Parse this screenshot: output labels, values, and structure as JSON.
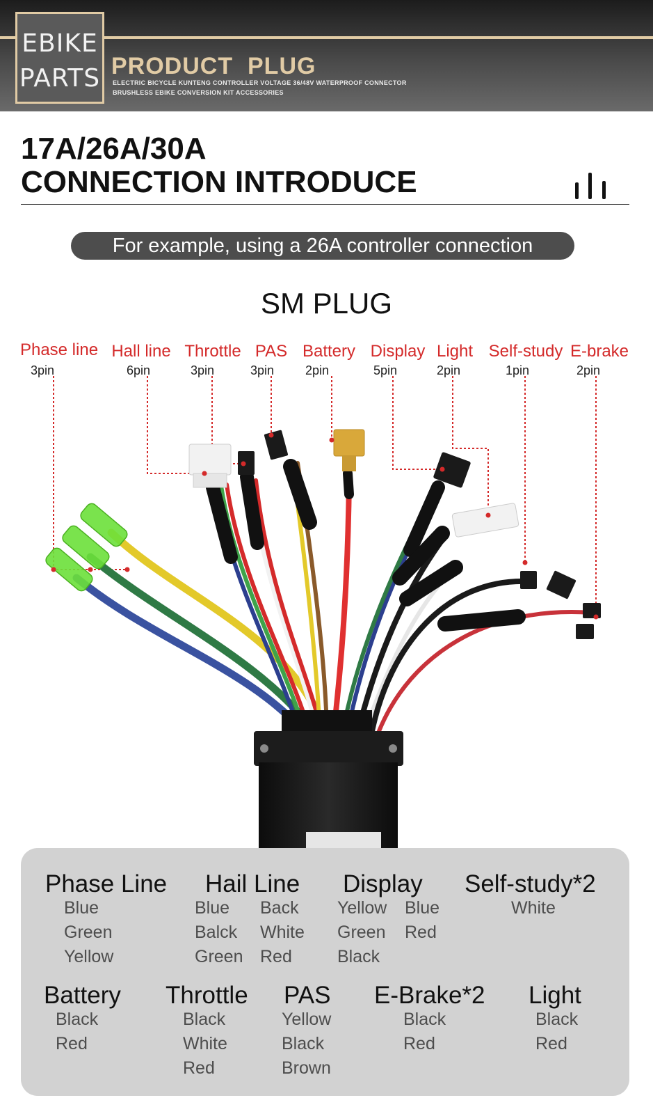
{
  "banner": {
    "logo_line1": "EBIKE",
    "logo_line2": "PARTS",
    "title": "PRODUCT  PLUG",
    "subtitle_line1": "ELECTRIC BICYCLE KUNTENG CONTROLLER VOLTAGE 36/48V WATERPROOF CONNECTOR",
    "subtitle_line2": "BRUSHLESS EBIKE CONVERSION KIT ACCESSORIES"
  },
  "heading": {
    "line1": "17A/26A/30A",
    "line2": "CONNECTION INTRODUCE"
  },
  "example_note": "For example, using a 26A controller connection",
  "plug_title": "SM PLUG",
  "connectors": [
    {
      "label": "Phase line",
      "pins": "3pin"
    },
    {
      "label": "Hall line",
      "pins": "6pin"
    },
    {
      "label": "Throttle",
      "pins": "3pin"
    },
    {
      "label": "PAS",
      "pins": "3pin"
    },
    {
      "label": "Battery",
      "pins": "2pin"
    },
    {
      "label": "Display",
      "pins": "5pin"
    },
    {
      "label": "Light",
      "pins": "2pin"
    },
    {
      "label": "Self-study",
      "pins": "1pin"
    },
    {
      "label": "E-brake",
      "pins": "2pin"
    }
  ],
  "colors": {
    "label_red": "#d42a2a",
    "accent_gold": "#e1cba5",
    "legend_bg": "#d2d2d2",
    "pill_bg": "#4d4d4d"
  },
  "legend": {
    "phase_line": {
      "title": "Phase Line",
      "colors": [
        "Blue",
        "Green",
        "Yellow"
      ]
    },
    "hail_line": {
      "title": "Hail Line",
      "col1": [
        "Blue",
        "Balck",
        "Green"
      ],
      "col2": [
        "Back",
        "White",
        "Red"
      ]
    },
    "display": {
      "title": "Display",
      "col1": [
        "Yellow",
        "Green",
        "Black"
      ],
      "col2": [
        "Blue",
        "Red"
      ]
    },
    "self_study": {
      "title": "Self-study*2",
      "colors": [
        "White"
      ]
    },
    "battery": {
      "title": "Battery",
      "colors": [
        "Black",
        "Red"
      ]
    },
    "throttle": {
      "title": "Throttle",
      "colors": [
        "Black",
        "White",
        "Red"
      ]
    },
    "pas": {
      "title": "PAS",
      "colors": [
        "Yellow",
        "Black",
        "Brown"
      ]
    },
    "e_brake": {
      "title": "E-Brake*2",
      "colors": [
        "Black",
        "Red"
      ]
    },
    "light": {
      "title": "Light",
      "colors": [
        "Black",
        "Red"
      ]
    }
  }
}
